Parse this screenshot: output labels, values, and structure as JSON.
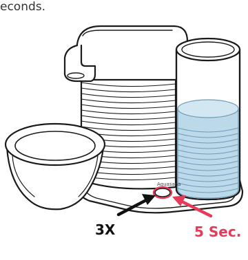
{
  "caption": {
    "text": "econds."
  },
  "device": {
    "logo_text": "Aquasana"
  },
  "annotations": {
    "press_count": "3X",
    "hold_duration": "5 Sec."
  },
  "colors": {
    "outline": "#1a1a1a",
    "water": "#bcd9ea",
    "water_line": "#6e9cb8",
    "highlight": "#e73a5a"
  }
}
